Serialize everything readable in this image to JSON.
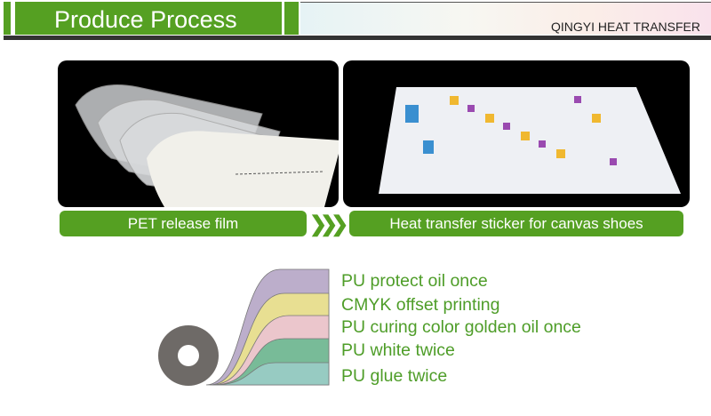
{
  "header": {
    "title": "Produce Process",
    "brand": "QINGYI HEAT TRANSFER"
  },
  "photos": [
    {
      "label": "PET release film"
    },
    {
      "label": "Heat transfer sticker for canvas shoes"
    }
  ],
  "arrow_icon": "chevron-triple-right",
  "layers": [
    {
      "label": "PU protect oil once",
      "color": "#bcaecb"
    },
    {
      "label": "CMYK offset printing",
      "color": "#e8df92"
    },
    {
      "label": "PU curing color golden oil once",
      "color": "#ebc6cc"
    },
    {
      "label": "PU white twice",
      "color": "#78bb98"
    },
    {
      "label": "PU glue twice",
      "color": "#97cbc2"
    }
  ]
}
